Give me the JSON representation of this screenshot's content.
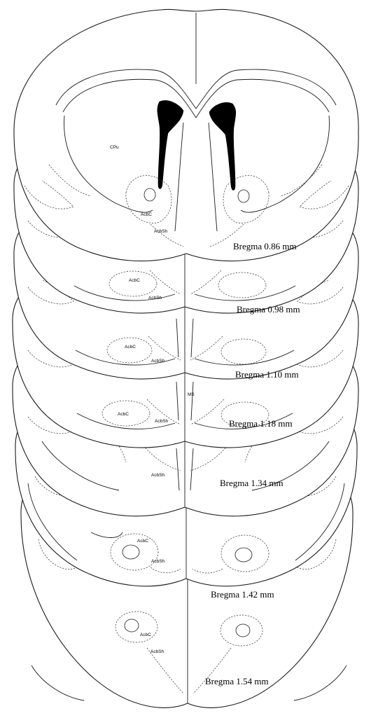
{
  "figure": {
    "sections": [
      {
        "bregma_label": "Bregma 0.86 mm",
        "regions": [
          "CPu",
          "LV",
          "AcbC",
          "AcbSh"
        ]
      },
      {
        "bregma_label": "Bregma 0.98 mm",
        "regions": [
          "AcbC",
          "AcbSh"
        ]
      },
      {
        "bregma_label": "Bregma 1.10 mm",
        "regions": [
          "AcbC",
          "AcbSh"
        ]
      },
      {
        "bregma_label": "Bregma 1.18 mm",
        "regions": [
          "MS",
          "AcbC",
          "AcbSh"
        ]
      },
      {
        "bregma_label": "Bregma 1.34 mm",
        "regions": [
          "AcbSh"
        ]
      },
      {
        "bregma_label": "Bregma 1.42 mm",
        "regions": [
          "AcbC",
          "AcbSh"
        ]
      },
      {
        "bregma_label": "Bregma 1.54 mm",
        "regions": [
          "AcbC",
          "AcbSh"
        ]
      }
    ]
  }
}
